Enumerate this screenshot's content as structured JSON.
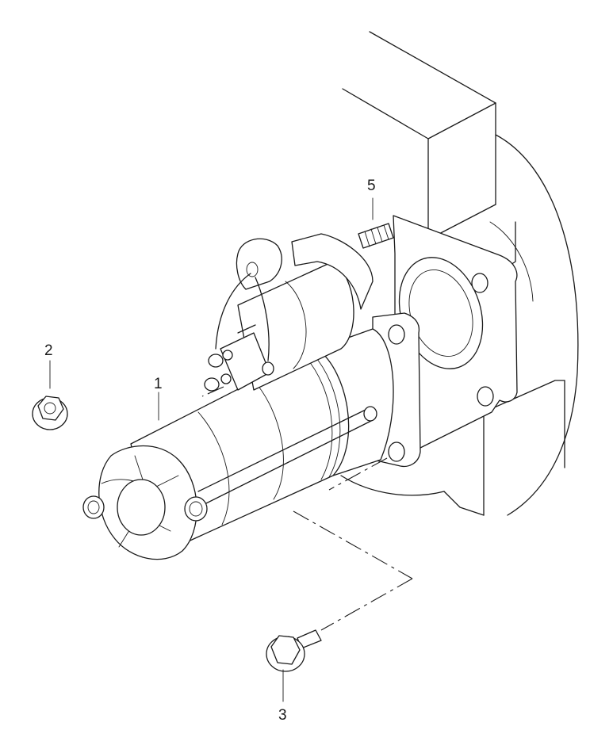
{
  "callouts": [
    {
      "id": "1",
      "label": "1",
      "part": "starter-motor"
    },
    {
      "id": "2",
      "label": "2",
      "part": "flange-nut"
    },
    {
      "id": "3",
      "label": "3",
      "part": "flange-bolt"
    },
    {
      "id": "5",
      "label": "5",
      "part": "stud"
    }
  ],
  "colors": {
    "line": "#1a1a1a",
    "background": "#ffffff"
  }
}
